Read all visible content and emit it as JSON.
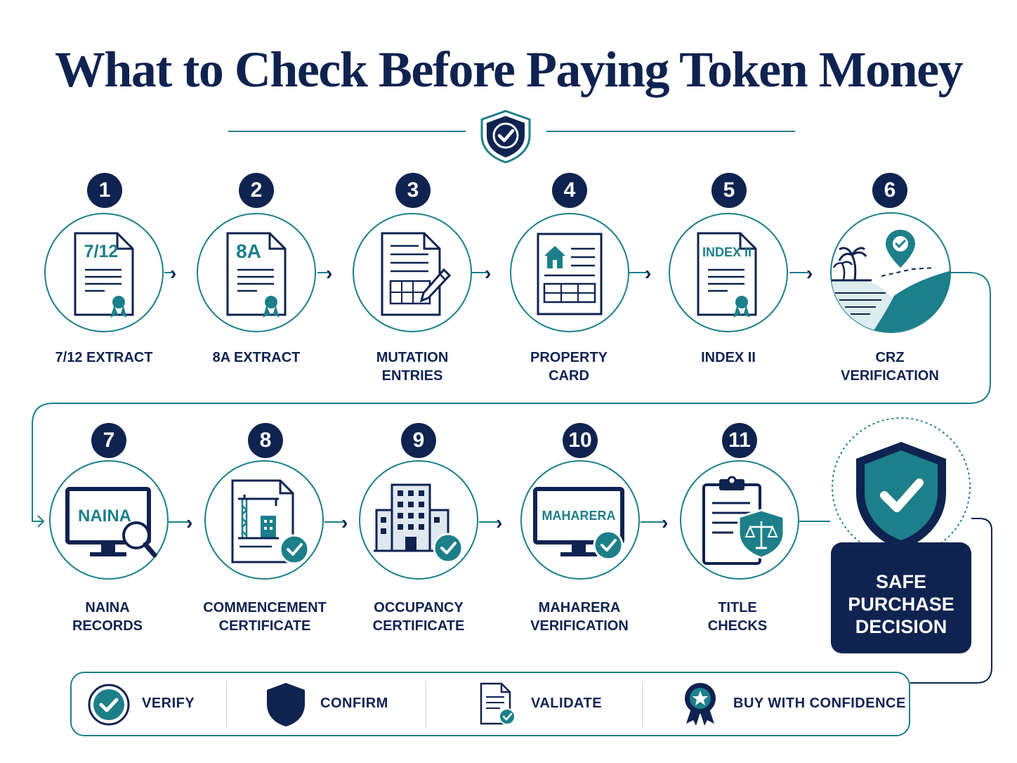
{
  "title": "What to Check Before Paying Token Money",
  "steps": [
    {
      "number": "1",
      "label": "7/12 EXTRACT",
      "icon": "document-seal-icon",
      "doc_text": "7/12"
    },
    {
      "number": "2",
      "label": "8A EXTRACT",
      "icon": "document-seal-icon",
      "doc_text": "8A"
    },
    {
      "number": "3",
      "label": "MUTATION\nENTRIES",
      "icon": "document-pen-icon"
    },
    {
      "number": "4",
      "label": "PROPERTY\nCARD",
      "icon": "property-card-icon"
    },
    {
      "number": "5",
      "label": "INDEX II",
      "icon": "document-seal-icon",
      "doc_text": "INDEX II"
    },
    {
      "number": "6",
      "label": "CRZ\nVERIFICATION",
      "icon": "coastline-pin-icon"
    },
    {
      "number": "7",
      "label": "NAINA\nRECORDS",
      "icon": "monitor-search-icon",
      "screen_text": "NAINA"
    },
    {
      "number": "8",
      "label": "COMMENCEMENT\nCERTIFICATE",
      "icon": "construction-doc-icon"
    },
    {
      "number": "9",
      "label": "OCCUPANCY\nCERTIFICATE",
      "icon": "building-check-icon"
    },
    {
      "number": "10",
      "label": "MAHARERA\nVERIFICATION",
      "icon": "monitor-check-icon",
      "screen_text": "MAHARERA"
    },
    {
      "number": "11",
      "label": "TITLE\nCHECKS",
      "icon": "clipboard-scales-icon"
    }
  ],
  "final": {
    "label": "SAFE\nPURCHASE\nDECISION",
    "icon": "shield-check-icon"
  },
  "bottom_bar": [
    {
      "label": "VERIFY",
      "icon": "check-circle-icon"
    },
    {
      "label": "CONFIRM",
      "icon": "shield-icon"
    },
    {
      "label": "VALIDATE",
      "icon": "document-check-icon"
    },
    {
      "label": "BUY WITH CONFIDENCE",
      "icon": "award-star-icon"
    }
  ],
  "colors": {
    "navy": "#0f2350",
    "teal": "#1c7f8a",
    "light_teal": "#d8ecef"
  }
}
